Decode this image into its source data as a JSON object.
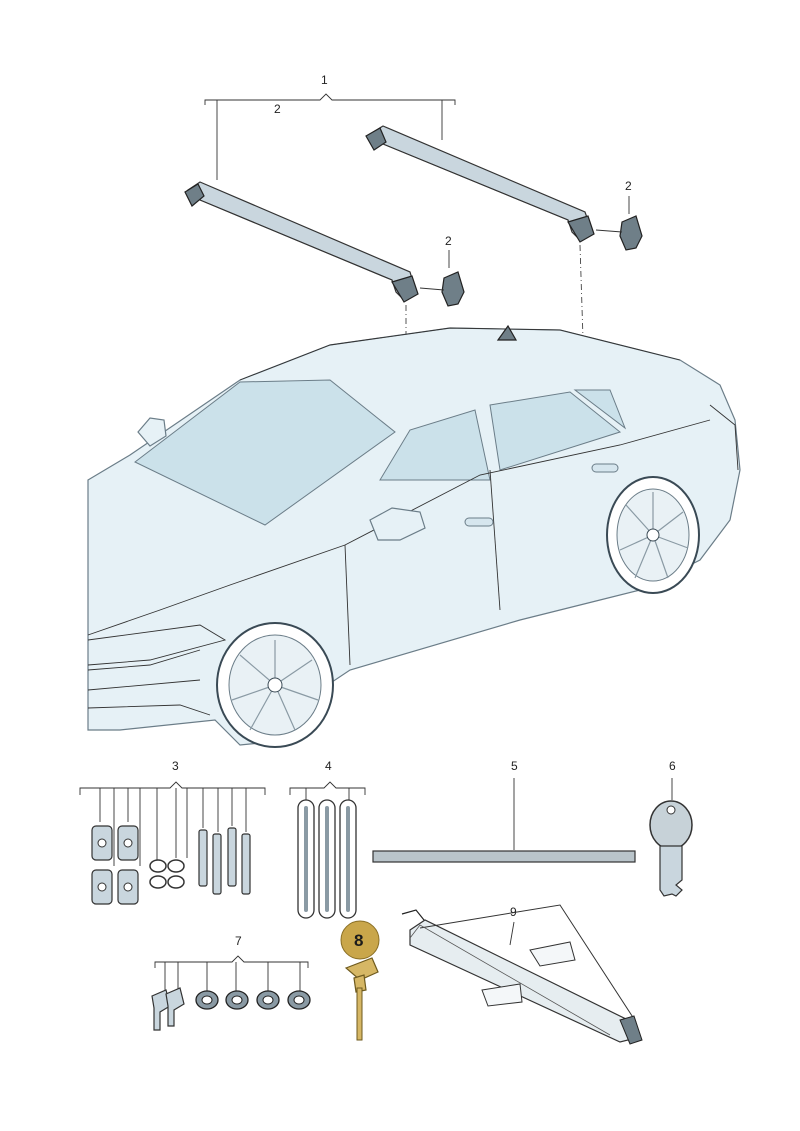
{
  "callouts": {
    "c1": "1",
    "c2_top": "2",
    "c2_right": "2",
    "c2_mid": "2",
    "c3": "3",
    "c4": "4",
    "c5": "5",
    "c6": "6",
    "c7": "7",
    "c8": "8",
    "c9": "9"
  },
  "colors": {
    "highlight_badge": "#c9a64a",
    "highlight_part": "#d6b765",
    "car_body": "#e6f1f6"
  }
}
